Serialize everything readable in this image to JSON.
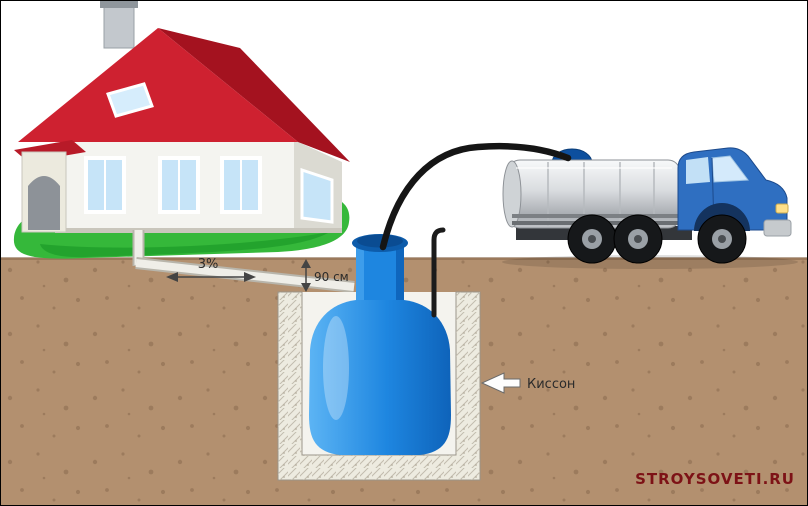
{
  "labels": {
    "slope": "3%",
    "depth": "90 см",
    "caisson": "Киссон",
    "watermark": "STROYSOVETI.RU"
  },
  "colors": {
    "ground": "#b3906f",
    "soil_dot": "#8a6a4e",
    "grass": "#35b83a",
    "grass_dark": "#1f9e2b",
    "roof": "#ce2130",
    "roof_dark": "#a4121f",
    "wall": "#f4f4f0",
    "wall_shade": "#dbdad2",
    "window_glass": "#c6e4f8",
    "tank_blue": "#1e86e0",
    "tank_blue_dark": "#0d5cab",
    "truck_cab": "#2f6fc1",
    "truck_tank_metal": "#d9dcdf",
    "hose": "#151515",
    "concrete": "#edebe0",
    "label_text": "#2b2b2b",
    "watermark": "#7d1216"
  }
}
